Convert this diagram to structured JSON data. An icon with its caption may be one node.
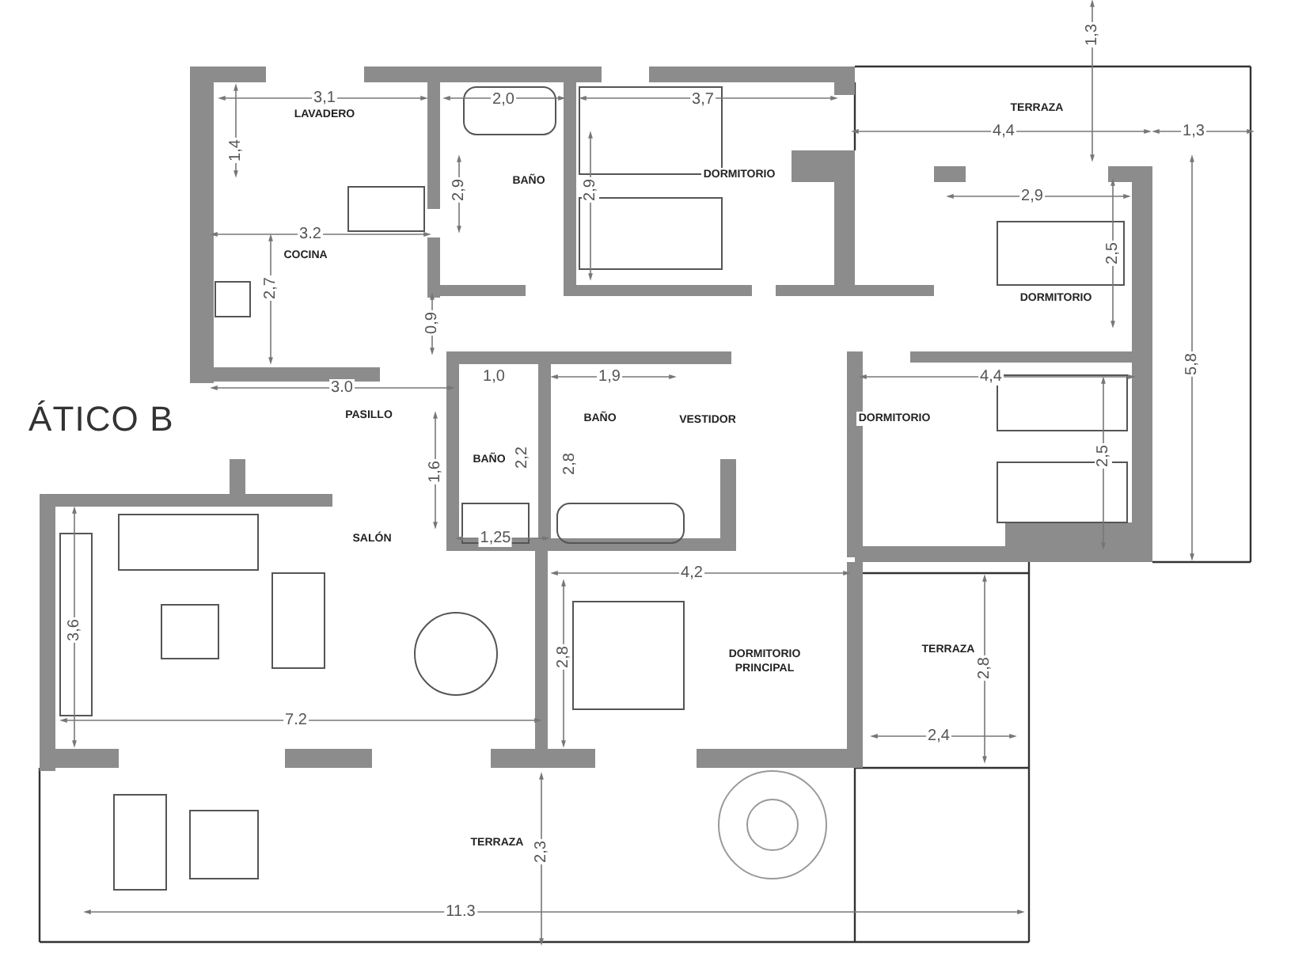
{
  "diagram": {
    "title": "ÁTICO B",
    "nodes": [
      {
        "text": [
          "LAVADERO"
        ]
      },
      {
        "text": [
          "BAÑO"
        ]
      },
      {
        "text": [
          "DORMITORIO"
        ]
      },
      {
        "text": [
          "TERRAZA"
        ]
      },
      {
        "text": [
          "COCINA"
        ]
      },
      {
        "text": [
          "DORMITORIO"
        ]
      },
      {
        "text": [
          "PASILLO"
        ]
      },
      {
        "text": [
          "BAÑO"
        ]
      },
      {
        "text": [
          "VESTIDOR"
        ]
      },
      {
        "text": [
          "DORMITORIO"
        ]
      },
      {
        "text": [
          "BAÑO"
        ]
      },
      {
        "text": [
          "SALÓN"
        ]
      },
      {
        "text": [
          "DORMITORIO PRINCIPAL"
        ]
      },
      {
        "text": [
          "TERRAZA"
        ]
      },
      {
        "text": [
          "TERRAZA"
        ]
      }
    ],
    "labels": [
      "1,3",
      "3,1",
      "2,0",
      "3,7",
      "1,4",
      "4,4",
      "1,3",
      "2,9",
      "2,9",
      "3.2",
      "2,9",
      "2,5",
      "2,7",
      "0,9",
      "3.0",
      "1,0",
      "1,9",
      "4,4",
      "5,8",
      "1,6",
      "2,2",
      "2,8",
      "2,5",
      "1,25",
      "4,2",
      "3,6",
      "2,8",
      "2,8",
      "7.2",
      "2,4",
      "2,3",
      "11.3"
    ]
  }
}
